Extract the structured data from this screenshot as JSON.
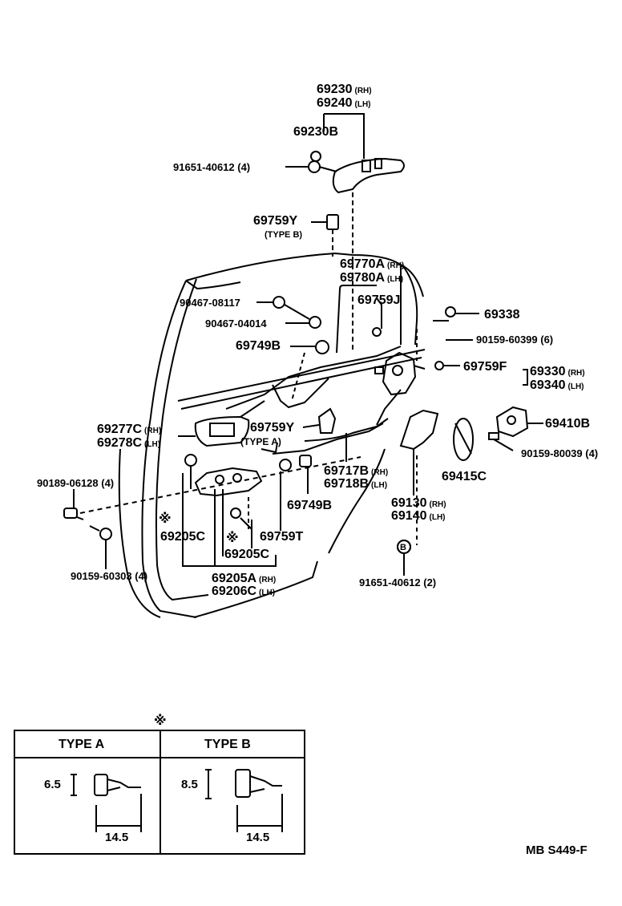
{
  "parts": {
    "outside_handle_rh": "69230",
    "outside_handle_lh": "69240",
    "outside_handle_sub": "69230B",
    "handle_bolt": "91651-40612 (4)",
    "clip_type_b": "69759Y",
    "clip_type_b_note": "(TYPE B)",
    "rod_rh": "69770A",
    "rod_lh": "69780A",
    "clip_j": "69759J",
    "nut_upper": "90467-08117",
    "clip_04014": "90467-04014",
    "clip_b_upper": "69749B",
    "cap_69338": "69338",
    "screw_60399": "90159-60399 (6)",
    "clip_f": "69759F",
    "lock_rh": "69330",
    "lock_lh": "69340",
    "inside_bezel_rh": "69277C",
    "inside_bezel_lh": "69278C",
    "clip_y_type_a": "69759Y",
    "clip_y_type_a_note": "(TYPE A)",
    "striker": "69410B",
    "screw_80039": "90159-80039 (4)",
    "cable_rh": "69717B",
    "cable_lh": "69718B",
    "clip_06128": "90189-06128 (4)",
    "clip_b_lower": "69749B",
    "cover_69415": "69415C",
    "remote_rh": "69130",
    "remote_lh": "69140",
    "grommet_1": "69205C",
    "clip_t": "69759T",
    "grommet_2": "69205C",
    "screw_60303": "90159-60303 (4)",
    "inside_handle_rh": "69205A",
    "inside_handle_lh": "69206C",
    "bolt_bottom": "91651-40612 (2)"
  },
  "tags": {
    "rh": "(RH)",
    "lh": "(LH)",
    "asterisk": "※",
    "b_marker": "B"
  },
  "legend": {
    "type_a": "TYPE A",
    "type_b": "TYPE B",
    "a_dia": "6.5",
    "a_len": "14.5",
    "b_dia": "8.5",
    "b_len": "14.5"
  },
  "reference_code": "MB S449-F"
}
